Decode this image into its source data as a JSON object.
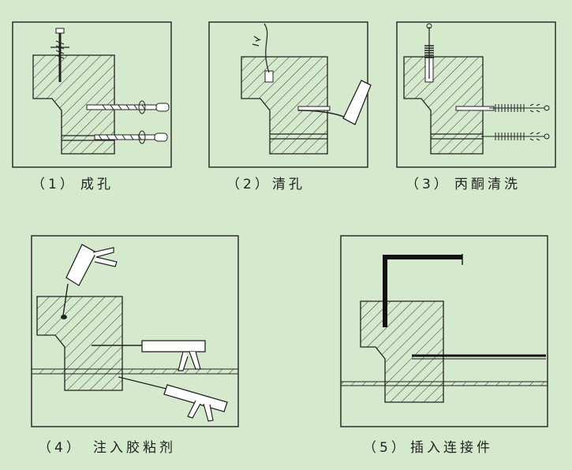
{
  "background": "#d5eacd",
  "steps": [
    {
      "num": "（1）",
      "label": "成孔"
    },
    {
      "num": "（2）",
      "label": "清孔"
    },
    {
      "num": "（3）",
      "label": "丙酮清洗"
    },
    {
      "num": "（4）",
      "label": "注入胶粘剂"
    },
    {
      "num": "（5）",
      "label": "插入连接件"
    }
  ]
}
